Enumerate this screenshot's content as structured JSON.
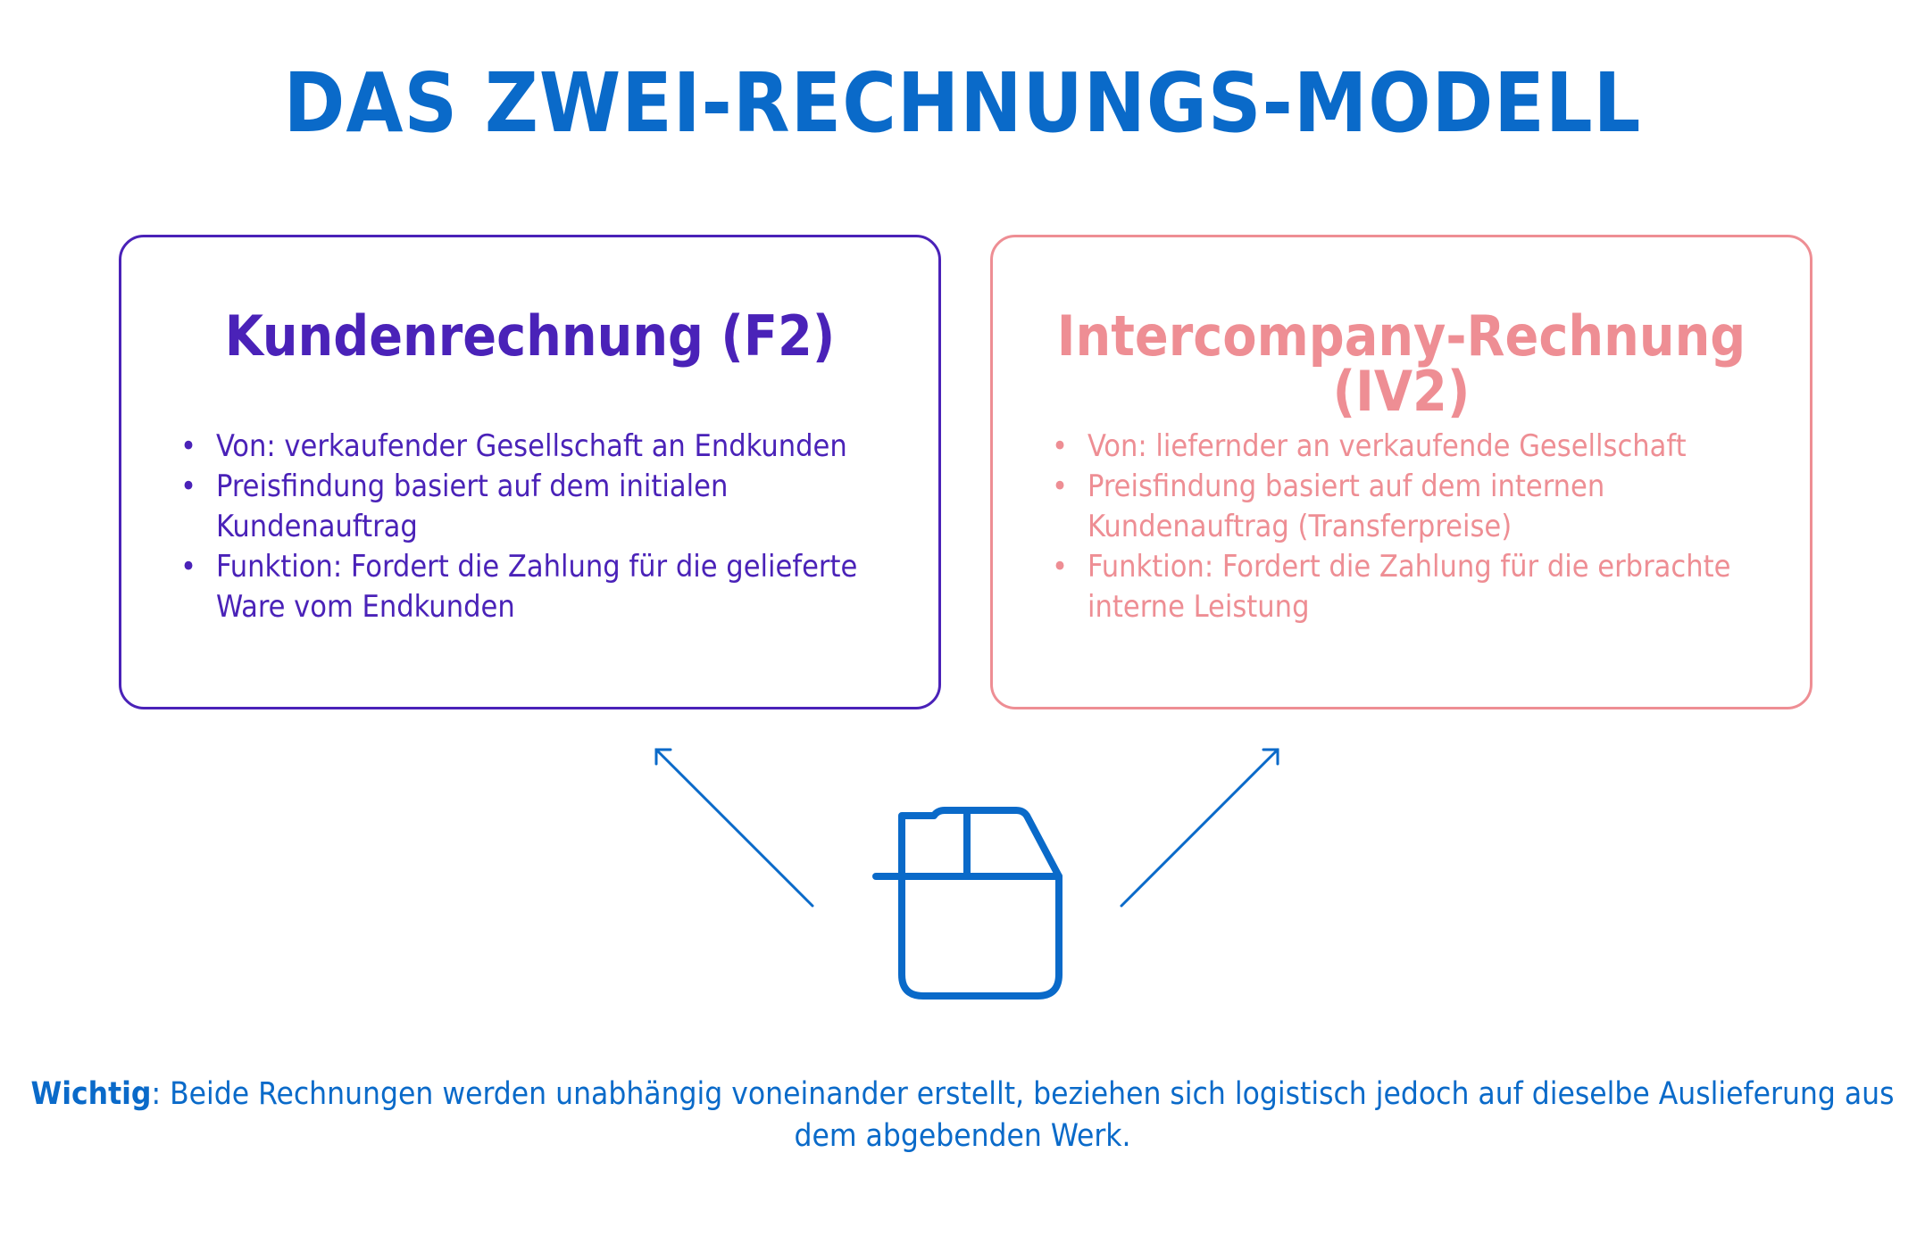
{
  "title": "DAS ZWEI-RECHNUNGS-MODELL",
  "colors": {
    "title": "#0a6ac9",
    "customer_invoice": "#4a22b8",
    "intercompany_invoice": "#ee8e94",
    "diagram": "#0a6ac9"
  },
  "customer_invoice": {
    "title": "Kundenrechnung (F2)",
    "bullets": [
      "Von: verkaufender Gesellschaft an Endkunden",
      "Preisfindung basiert auf dem initialen Kundenauftrag",
      "Funktion: Fordert die Zahlung für die gelieferte Ware vom Endkunden"
    ]
  },
  "intercompany_invoice": {
    "title": "Intercompany-Rechnung (IV2)",
    "bullets": [
      "Von: liefernder an verkaufende Gesellschaft",
      "Preisfindung basiert auf dem internen Kundenauftrag (Transferpreise)",
      "Funktion: Fordert die Zahlung für die erbrachte interne Leistung"
    ]
  },
  "center_icon": "package-box-icon",
  "note": {
    "label": "Wichtig",
    "text": ": Beide Rechnungen werden unabhängig voneinander erstellt, beziehen sich logistisch jedoch auf dieselbe Auslieferung aus dem abgebenden Werk."
  }
}
